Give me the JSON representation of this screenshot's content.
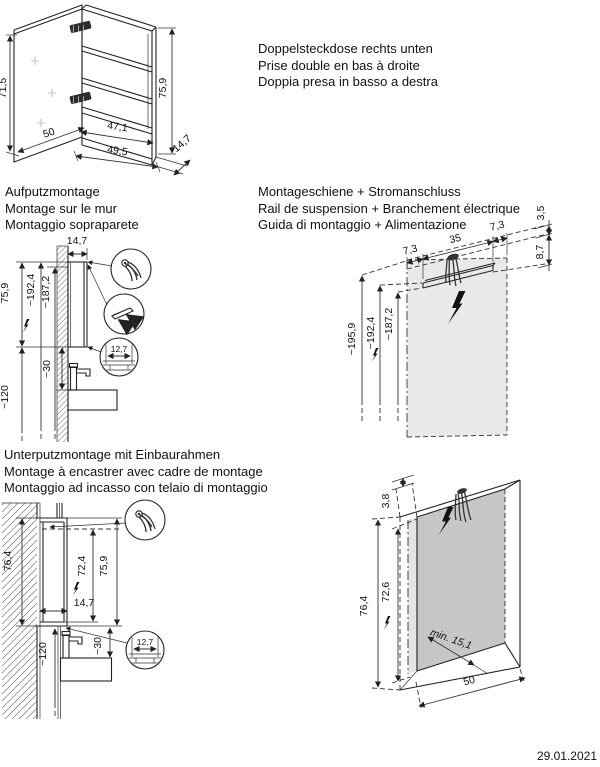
{
  "page": {
    "date": "29.01.2021"
  },
  "colors": {
    "line": "#222222",
    "panel_gray": "#e9e9e9",
    "niche_gray": "#c6c6c6",
    "niche_side_gray": "#e4e4e4"
  },
  "sections": {
    "socket_note": {
      "line1": "Doppelsteckdose rechts unten",
      "line2": "Prise double en bas à droite",
      "line3": "Doppia presa in basso a destra"
    },
    "surface_mount": {
      "line1": "Aufputzmontage",
      "line2": "Montage sur le mur",
      "line3": "Montaggio sopraparete"
    },
    "rail_mount": {
      "line1": "Montageschiene + Stromanschluss",
      "line2": "Rail de suspension + Branchement électrique",
      "line3": "Guida di montaggio + Alimentazione"
    },
    "flush_mount": {
      "line1": "Unterputzmontage mit Einbaurahmen",
      "line2": "Montage à encastrer avec cadre de montage",
      "line3": "Montaggio ad incasso con telaio di montaggio"
    }
  },
  "cabinet": {
    "door_height": "71,5",
    "door_width": "50",
    "inner_width": "47,1",
    "body_width": "49,5",
    "body_height": "75,9",
    "depth": "14,7"
  },
  "surface": {
    "depth": "14,7",
    "height": "75,9",
    "socket_height": "~192,4",
    "rail_height": "~187,2",
    "bottom_height": "~120",
    "basin_gap": "~30",
    "bracket_width": "12,7"
  },
  "rail": {
    "offset_left": "7,3",
    "rail_length": "35",
    "offset_right": "7,3",
    "gap_top": "3,5",
    "drop": "8,7",
    "h_wall_top": "~195,9",
    "h_rail_top": "~192,4",
    "h_rail_bottom": "~187,2"
  },
  "flush": {
    "niche_height": "76,4",
    "inner_height": "72,4",
    "cabinet_height": "75,9",
    "depth": "14,7",
    "bottom_height": "~120",
    "basin_gap": "~30",
    "bracket_width": "12,7"
  },
  "niche": {
    "frame_depth": "3,8",
    "outer_height": "76,4",
    "inner_height": "72,6",
    "min_clearance": "min. 15,1",
    "width": "50"
  }
}
